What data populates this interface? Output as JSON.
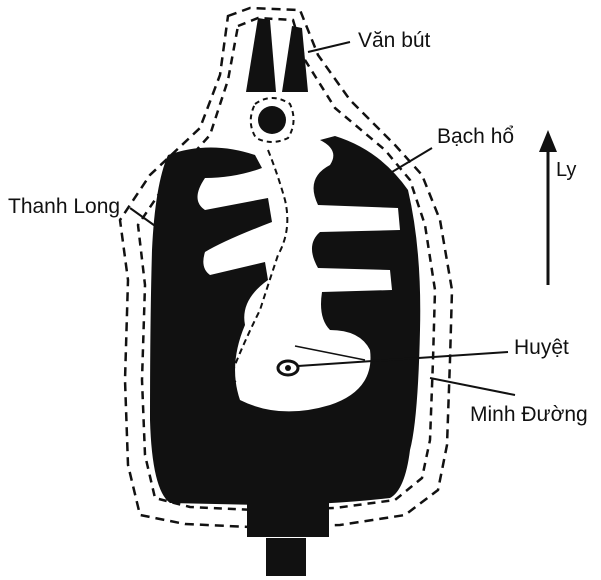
{
  "labels": {
    "van_but": "Văn bút",
    "bach_ho": "Bạch hổ",
    "thanh_long": "Thanh Long",
    "huyet": "Huyệt",
    "minh_duong": "Minh Đường",
    "ly": "Ly"
  },
  "colors": {
    "ink": "#111111",
    "paper": "#ffffff"
  }
}
